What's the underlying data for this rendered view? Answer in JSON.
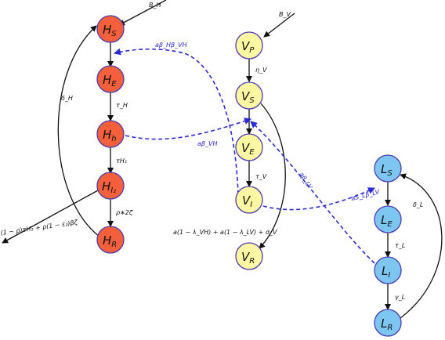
{
  "colors": {
    "human_fill": "#f4603c",
    "vector_fill": "#fcf7a2",
    "livestock_fill": "#7ec6f2",
    "node_stroke": "#4a3bb0",
    "black_edge": "#111111",
    "blue_edge": "#2b2bd6"
  },
  "nodes": {
    "HS": {
      "main": "H",
      "sub": "S"
    },
    "HE": {
      "main": "H",
      "sub": "E"
    },
    "Hh": {
      "main": "H",
      "sub": "h"
    },
    "HI2": {
      "main": "H",
      "sub": "I₂"
    },
    "HR": {
      "main": "H",
      "sub": "R"
    },
    "VP": {
      "main": "V",
      "sub": "P"
    },
    "VS": {
      "main": "V",
      "sub": "S"
    },
    "VE": {
      "main": "V",
      "sub": "E"
    },
    "VI": {
      "main": "V",
      "sub": "I"
    },
    "VR": {
      "main": "V",
      "sub": "R"
    },
    "LS": {
      "main": "L",
      "sub": "S"
    },
    "LE": {
      "main": "L",
      "sub": "E"
    },
    "LI": {
      "main": "L",
      "sub": "I"
    },
    "LR": {
      "main": "L",
      "sub": "R"
    }
  },
  "edge_labels": {
    "BH": "B_H",
    "deltaH": "δ_H",
    "tauH": "τ_H",
    "tauH1": "τH₁",
    "recovery_H": "ρ∗2ζ",
    "outflow_H": "(1 − ρ)τH₂ + ρ(1 − ε₂)βζ",
    "BV": "B_V",
    "etaV": "η_V",
    "tauV": "τ_V",
    "death_V": "a(1 − λ_VH) + a(1 − λ_LV) + σ_V",
    "aBHBVH": "aβ_Hβ_VH",
    "aBVH": "aβ_VH",
    "aBLV": "aβ_LV",
    "aSLBLV": "aS_Lβ_LV",
    "deltaL": "δ_L",
    "tauL": "τ_L",
    "gammaL": "γ_L"
  }
}
